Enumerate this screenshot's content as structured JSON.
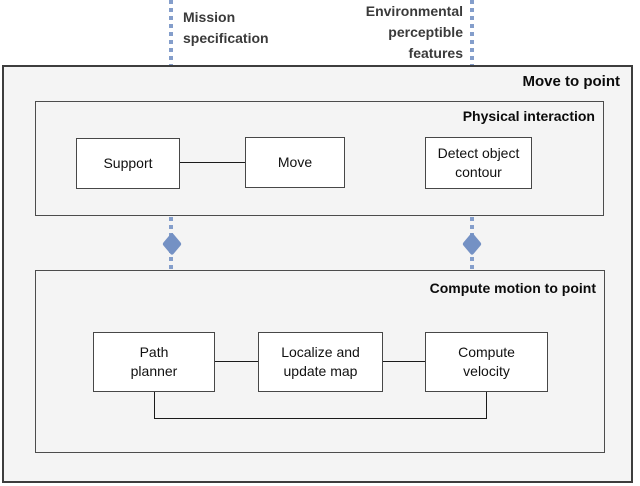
{
  "inputs": {
    "mission": "Mission\nspecification",
    "environment": "Environmental\nperceptible\nfeatures"
  },
  "containers": {
    "root": "Move to point",
    "physical": "Physical interaction",
    "compute": "Compute motion to point"
  },
  "nodes": {
    "support": "Support",
    "move": "Move",
    "detect": "Detect object\ncontour",
    "path_planner": "Path\nplanner",
    "localize": "Localize and\nupdate map",
    "velocity": "Compute\nvelocity"
  },
  "colors": {
    "diamond_blue": "#7491c4",
    "dash_blue": "#849ecb",
    "container_fill": "#f4f4f4",
    "node_fill": "#ffffff",
    "border_dark": "#3d3d3d"
  }
}
